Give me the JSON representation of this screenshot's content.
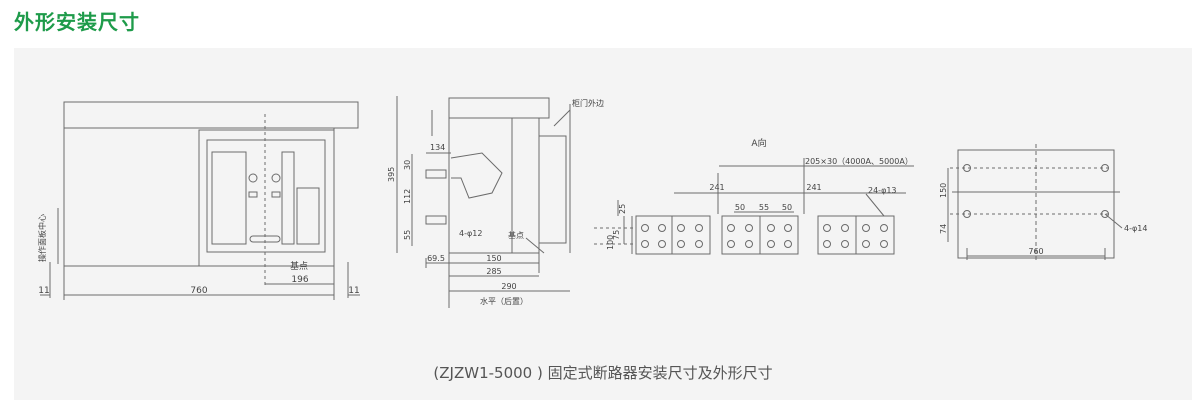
{
  "header": {
    "title": "外形安装尺寸"
  },
  "colors": {
    "title": "#1e9b4a",
    "panel_bg": "#f4f4f4",
    "line": "#6b6b6b"
  },
  "front_view": {
    "dim_width": "760",
    "dim_margin_left": "11",
    "dim_margin_right": "11",
    "dim_ref": "196",
    "label_ref": "基点",
    "label_panel_center": "操作面板中心"
  },
  "side_view": {
    "label_door": "柜门外边",
    "dim_395": "395",
    "dim_30": "30",
    "dim_112": "112",
    "dim_55": "55",
    "dim_134": "134",
    "label_holes": "4-φ12",
    "label_ref": "基点",
    "dim_695": "69.5",
    "dim_150": "150",
    "dim_285": "285",
    "dim_290": "290",
    "label_horizontal": "水平（后置）"
  },
  "busbar_view": {
    "label_direction": "A向",
    "label_busbar": "205×30（4000A、5000A）",
    "dim_241_left": "241",
    "dim_241_right": "241",
    "label_holes": "24-φ13",
    "dim_50_a": "50",
    "dim_55": "55",
    "dim_50_b": "50",
    "dim_25": "25",
    "dim_75": "75",
    "dim_100": "100"
  },
  "base_view": {
    "dim_150": "150",
    "dim_74": "74",
    "label_holes": "4-φ14",
    "dim_760": "760"
  },
  "caption": "(ZJZW1-5000 ) 固定式断路器安装尺寸及外形尺寸"
}
